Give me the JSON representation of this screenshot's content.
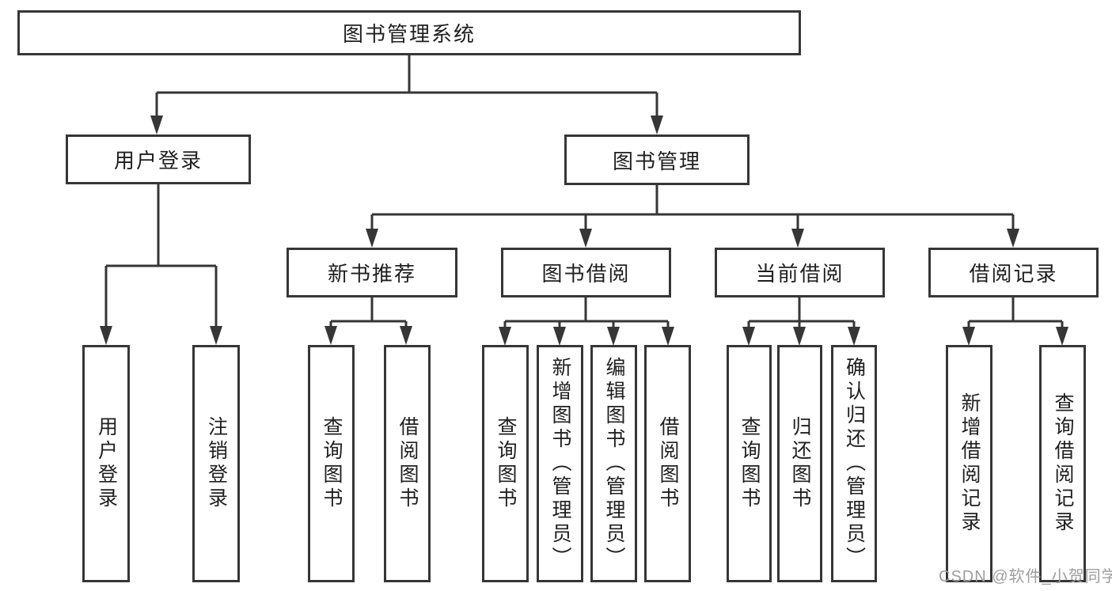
{
  "diagram": {
    "root": {
      "label": "图书管理系统"
    },
    "user_branch": {
      "label": "用户登录",
      "children": [
        {
          "label": "用户登录"
        },
        {
          "label": "注销登录"
        }
      ]
    },
    "mgmt_branch": {
      "label": "图书管理",
      "groups": [
        {
          "label": "新书推荐",
          "children": [
            {
              "label": "查询图书"
            },
            {
              "label": "借阅图书"
            }
          ]
        },
        {
          "label": "图书借阅",
          "children": [
            {
              "label": "查询图书"
            },
            {
              "label": "新增图书（管理员）"
            },
            {
              "label": "编辑图书（管理员）"
            },
            {
              "label": "借阅图书"
            }
          ]
        },
        {
          "label": "当前借阅",
          "children": [
            {
              "label": "查询图书"
            },
            {
              "label": "归还图书"
            },
            {
              "label": "确认归还（管理员）"
            }
          ]
        },
        {
          "label": "借阅记录",
          "children": [
            {
              "label": "新增借阅记录"
            },
            {
              "label": "查询借阅记录"
            }
          ]
        }
      ]
    }
  },
  "watermark": "CSDN @软件_小贺同学",
  "colors": {
    "line": "#363636",
    "box_border": "#363636",
    "text": "#1f1f1f",
    "watermark": "#9e9e9e",
    "background": "#ffffff"
  }
}
